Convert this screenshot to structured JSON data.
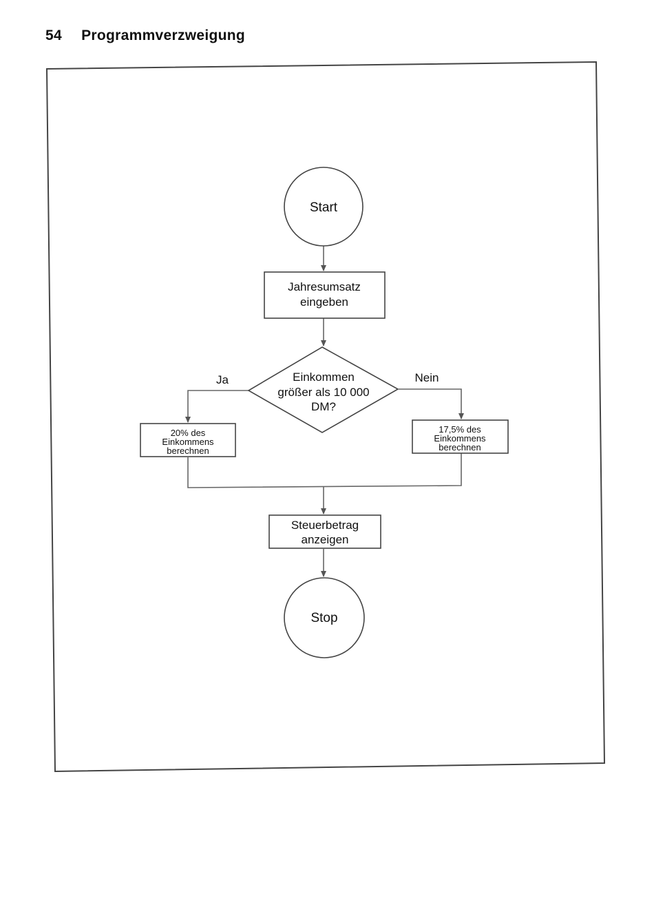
{
  "header": {
    "page_number": "54",
    "title": "Programmverzweigung"
  },
  "flowchart": {
    "start": "Start",
    "input": [
      "Jahresumsatz",
      "eingeben"
    ],
    "decision": [
      "Einkommen",
      "größer als 10 000",
      "DM?"
    ],
    "yes_label": "Ja",
    "no_label": "Nein",
    "yes_box": [
      "20% des",
      "Einkommens",
      "berechnen"
    ],
    "no_box": [
      "17,5% des",
      "Einkommens",
      "berechnen"
    ],
    "output": [
      "Steuerbetrag",
      "anzeigen"
    ],
    "stop": "Stop"
  }
}
